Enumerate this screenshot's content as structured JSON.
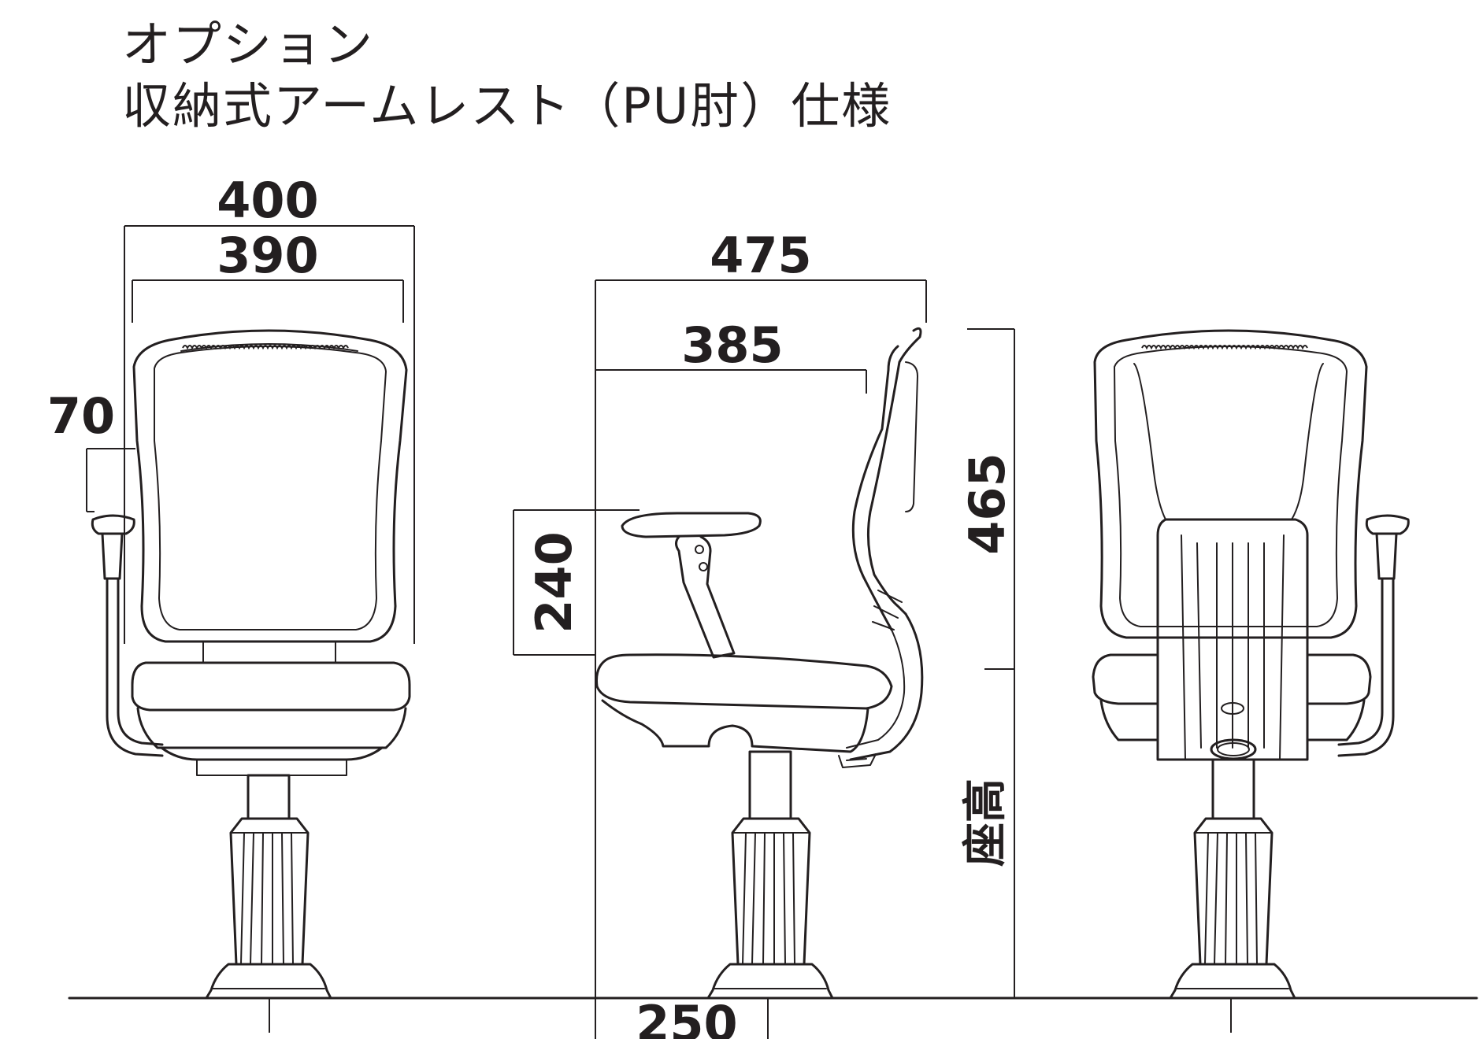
{
  "title": {
    "line1": "オプション",
    "line2": "収納式アームレスト（PU肘）仕様"
  },
  "dimensions": {
    "front_outer_width": "400",
    "front_inner_width": "390",
    "armrest_height": "70",
    "side_depth_total": "475",
    "side_depth_seat": "385",
    "armrest_height_from_seat": "240",
    "backrest_height": "465",
    "seat_height_label": "座高",
    "base_width": "250"
  },
  "colors": {
    "line": "#231f20",
    "background": "#ffffff"
  }
}
